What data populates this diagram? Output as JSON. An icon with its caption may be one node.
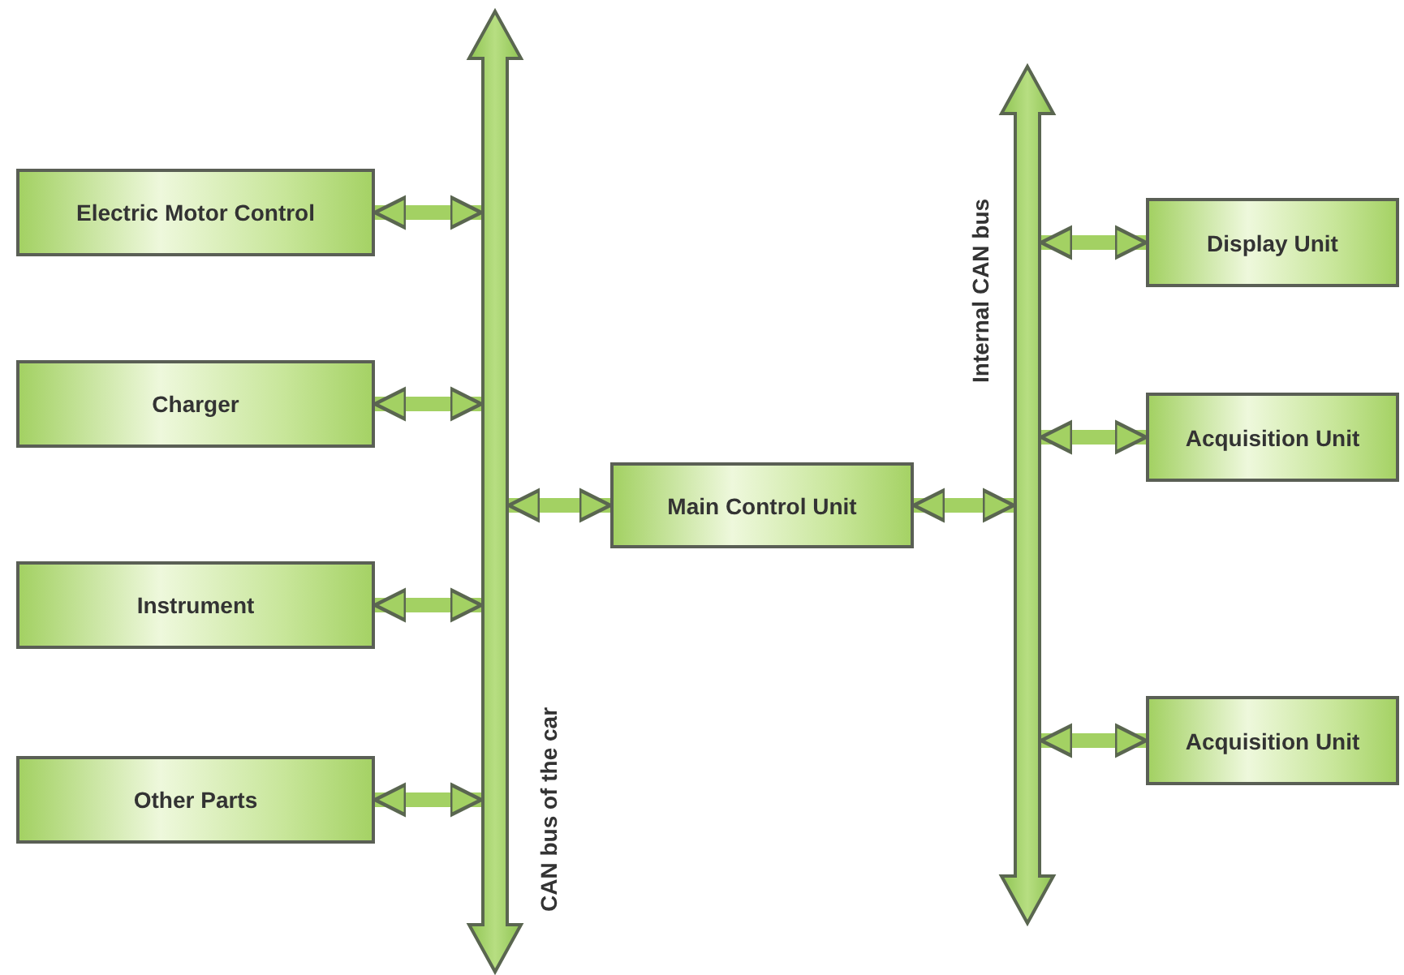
{
  "diagram": {
    "nodes": [
      {
        "text": [
          "Electric Motor Control"
        ]
      },
      {
        "text": [
          "Charger"
        ]
      },
      {
        "text": [
          "Instrument"
        ]
      },
      {
        "text": [
          "Other Parts"
        ]
      },
      {
        "text": [],
        "shape": "bar",
        "beside": [
          "CAN bus of the car"
        ]
      },
      {
        "text": [
          "Main Control Unit"
        ]
      },
      {
        "text": [],
        "shape": "bar",
        "beside": [
          "Internal CAN bus"
        ]
      },
      {
        "text": [
          "Display Unit"
        ]
      },
      {
        "text": [
          "Acquisition Unit"
        ]
      },
      {
        "text": [
          "Acquisition Unit"
        ]
      }
    ],
    "edges": [
      {
        "from": 0,
        "to": 4,
        "arrow": "both"
      },
      {
        "from": 1,
        "to": 4,
        "arrow": "both"
      },
      {
        "from": 2,
        "to": 4,
        "arrow": "both"
      },
      {
        "from": 3,
        "to": 4,
        "arrow": "both"
      },
      {
        "from": 4,
        "to": 5,
        "arrow": "both"
      },
      {
        "from": 5,
        "to": 6,
        "arrow": "both"
      },
      {
        "from": 6,
        "to": 7,
        "arrow": "both"
      },
      {
        "from": 6,
        "to": 8,
        "arrow": "both"
      },
      {
        "from": 6,
        "to": 9,
        "arrow": "both"
      }
    ]
  }
}
